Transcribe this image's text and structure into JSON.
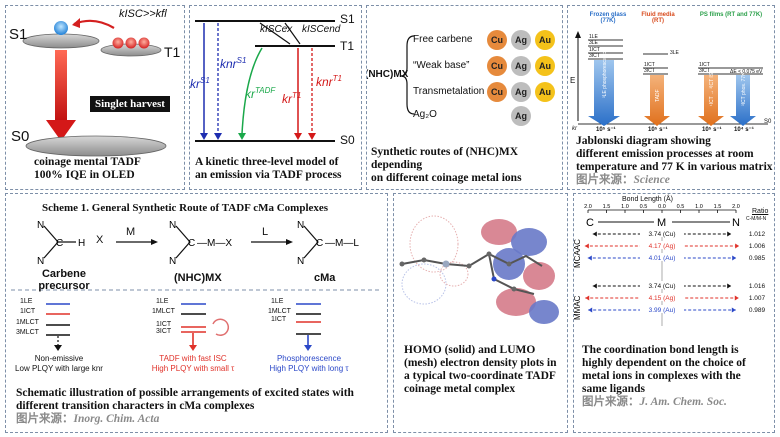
{
  "panel1": {
    "s1": "S1",
    "t1": "T1",
    "s0": "S0",
    "rate_cond": "kISC>>kfl",
    "badge": "Singlet harvest",
    "caption_l1": "coinage mental TADF",
    "caption_l2": "100% IQE in OLED"
  },
  "panel2": {
    "s1": "S1",
    "t1": "T1",
    "s0": "S0",
    "k_isc_ex": "kISCex",
    "k_isc_end": "kISCend",
    "kr_s1": "kr",
    "knr_s1": "knr",
    "kr_tadf": "kr",
    "kr_t1": "kr",
    "knr_t1": "knr",
    "sup_s1": "S1",
    "sup_tadf": "TADF",
    "sup_t1": "T1",
    "caption_l1": "A kinetic three-level model of",
    "caption_l2": "an emission via TADF process"
  },
  "panel3": {
    "compound": "(NHC)MX",
    "routes": [
      "Free carbene",
      "“Weak base”",
      "Transmetalation",
      "Ag₂O"
    ],
    "metals": [
      "Cu",
      "Ag",
      "Au"
    ],
    "caption_l1": "Synthetic routes of (NHC)MX depending",
    "caption_l2": "on different coinage metal ions"
  },
  "panel4": {
    "headers": [
      "Frozen glass (77K)",
      "Fluid media (RT)",
      "PS films (RT and 77K)"
    ],
    "axis_label": "E",
    "rates": [
      "10⁵ s⁻¹",
      "10⁵ s⁻¹",
      "10⁵ s⁻¹",
      "10⁴ s⁻¹"
    ],
    "kr": "kr",
    "s0": "S0",
    "delta_e": "ΔE < 0.075 eV",
    "level_labels": [
      "1LE",
      "3LE",
      "1ICT",
      "3ICT",
      "3LE",
      "1ICT",
      "3ICT",
      "1ICT",
      "3ICT"
    ],
    "bar_labels": [
      "³LE phosphorescence",
      "TADF",
      "¹ICT → ³ICT ISC",
      "³ICT phos. 77K"
    ],
    "caption_l1": "Jablonski diagram showing",
    "caption_l2": "different emission processes at room",
    "caption_l3": "temperature and 77 K in various matrix",
    "source_label": "图片来源：",
    "source": "Science"
  },
  "panel5": {
    "scheme_title": "Scheme 1. General Synthetic Route of TADF cMa Complexes",
    "reagent1": "M",
    "reagent2": "L",
    "x_minus": "X",
    "labels": [
      "Carbene precursor",
      "(NHC)MX",
      "cMa"
    ],
    "levels_left": [
      "1LE",
      "1ICT",
      "1MLCT",
      "3MLCT"
    ],
    "levels_mid": [
      "1LE",
      "1MLCT",
      "1ICT",
      "3ICT"
    ],
    "levels_right": [
      "1LE",
      "1MLCT",
      "1ICT"
    ],
    "case_left_l1": "Non-emissive",
    "case_left_l2": "Low PLQY with large knr",
    "case_mid_l1": "TADF with fast ISC",
    "case_mid_l2": "High PLQY with small τ",
    "case_right_l1": "Phosphorescence",
    "case_right_l2": "High PLQY with long τ",
    "caption_l1": "Schematic illustration of possible arrangements of excited states with",
    "caption_l2": "different transition characters in cMa complexes",
    "source_label": "图片来源：",
    "source": "Inorg. Chim. Acta"
  },
  "panel6": {
    "caption_l1": "HOMO (solid) and LUMO",
    "caption_l2": "(mesh) electron density plots in",
    "caption_l3": "a typical two-coordinate TADF",
    "caption_l4": "coinage metal complex"
  },
  "panel7": {
    "axis_title": "Bond Length (Å)",
    "ticks": [
      "2.0",
      "1.5",
      "1.0",
      "0.5",
      "0.0",
      "0.5",
      "1.0",
      "1.5",
      "2.0"
    ],
    "atoms": [
      "C",
      "M",
      "N"
    ],
    "group1": "MCAAC",
    "group2": "MMAC",
    "ratio_title": "Ratio",
    "ratio_sub": "C-M/M-N",
    "rows": [
      {
        "label": "3.74 (Cu)",
        "color": "#111111",
        "ratio": "1.012"
      },
      {
        "label": "4.17 (Ag)",
        "color": "#e0322a",
        "ratio": "1.006"
      },
      {
        "label": "4.01 (Au)",
        "color": "#2b48c8",
        "ratio": "0.985"
      },
      {
        "label": "3.74 (Cu)",
        "color": "#111111",
        "ratio": "1.016"
      },
      {
        "label": "4.15 (Ag)",
        "color": "#e0322a",
        "ratio": "1.007"
      },
      {
        "label": "3.99 (Au)",
        "color": "#2b48c8",
        "ratio": "0.989"
      }
    ],
    "caption_l1": "The coordination bond length is",
    "caption_l2": "highly dependent on the choice of",
    "caption_l3": "metal ions in complexes with the",
    "caption_l4": "same ligands",
    "source_label": "图片来源：",
    "source": "J. Am. Chem. Soc."
  },
  "colors": {
    "cu": "#e68a3c",
    "ag": "#bdbdbd",
    "au": "#f4c21a",
    "red": "#e0322a",
    "blue": "#2b48c8"
  }
}
